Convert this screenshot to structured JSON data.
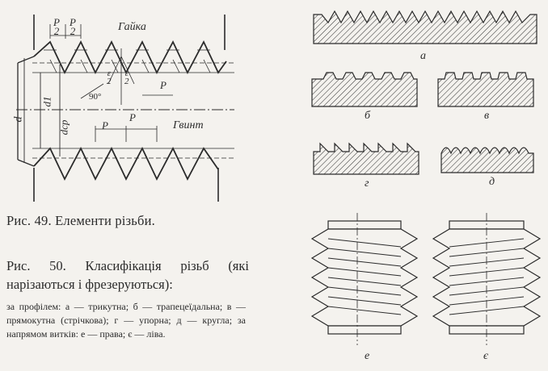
{
  "fig49": {
    "nut_label": "Гайка",
    "screw_label": "Гвинт",
    "p_half": "P",
    "p_half_den": "2",
    "pitch": "P",
    "eps": "ε",
    "eps_den": "2",
    "angle": "90°",
    "d": "d",
    "d1": "d1",
    "dcp": "dср",
    "caption": "Рис. 49. Елементи різьби."
  },
  "fig50": {
    "caption_main": "Рис. 50. Класифікація різьб (які нарізаються і фрезеруються):",
    "caption_detail": "за профілем: а — трикутна; б — трапецеїдальна; в — прямокутна (стрічкова); г — упорна; д — кругла; за напрямом витків: е — права; є — ліва.",
    "labels": {
      "a": "а",
      "b": "б",
      "v": "в",
      "g": "г",
      "d": "д",
      "e": "е",
      "ye": "є"
    }
  }
}
